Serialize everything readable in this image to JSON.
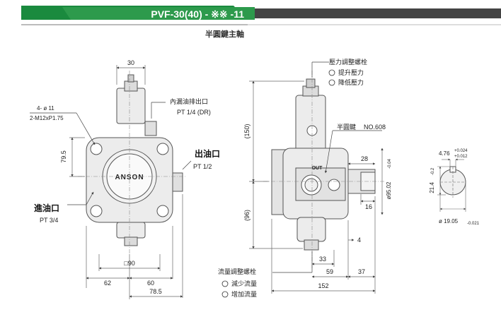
{
  "header": {
    "model_title": "PVF-30(40) - ※※ -11",
    "subtitle": "半圓鍵主軸"
  },
  "colors": {
    "banner_green": "#1a8a3e",
    "banner_dark": "#3d3d3d",
    "line": "#555555",
    "body_fill": "#ececec",
    "dim_line": "#777777",
    "text": "#222222"
  },
  "brand": {
    "logo_text": "ANSON"
  },
  "front_view": {
    "port_screw_spec_1": "4- ø 11",
    "port_screw_spec_2": "2-M12xP1.75",
    "drain_label": "內漏油排出口",
    "drain_size": "PT 1/4 (DR)",
    "outlet_label": "出油口",
    "outlet_size": "PT 1/2",
    "inlet_label": "進油口",
    "inlet_size": "PT 3/4",
    "dim_top": "30",
    "dim_left": "79.5",
    "dim_square": "□90",
    "dim_62": "62",
    "dim_60": "60",
    "dim_785": "78.5"
  },
  "side_view": {
    "pressure_adj_label": "壓力調整螺栓",
    "pressure_up": "提升壓力",
    "pressure_down": "降低壓力",
    "key_label": "半圓鍵",
    "key_no": "NO.608",
    "out_mark": "OUT",
    "flow_adj_label": "流量調整螺栓",
    "flow_down": "減少流量",
    "flow_up": "增加流量",
    "dim_150": "(150)",
    "dim_96": "(96)",
    "dim_28": "28",
    "dim_16": "16",
    "dim_4": "4",
    "dim_33": "33",
    "dim_59": "59",
    "dim_37": "37",
    "dim_152": "152",
    "dim_dia": "ø95.02",
    "dim_dia_tol": "-0.04"
  },
  "shaft_detail": {
    "key_width": "4.76",
    "key_width_tol_up": "+0.024",
    "key_width_tol_low": "+0.012",
    "key_height": "21.4",
    "key_height_tol": "-0.2",
    "shaft_dia": "ø 19.05",
    "shaft_dia_tol": "-0.021"
  }
}
